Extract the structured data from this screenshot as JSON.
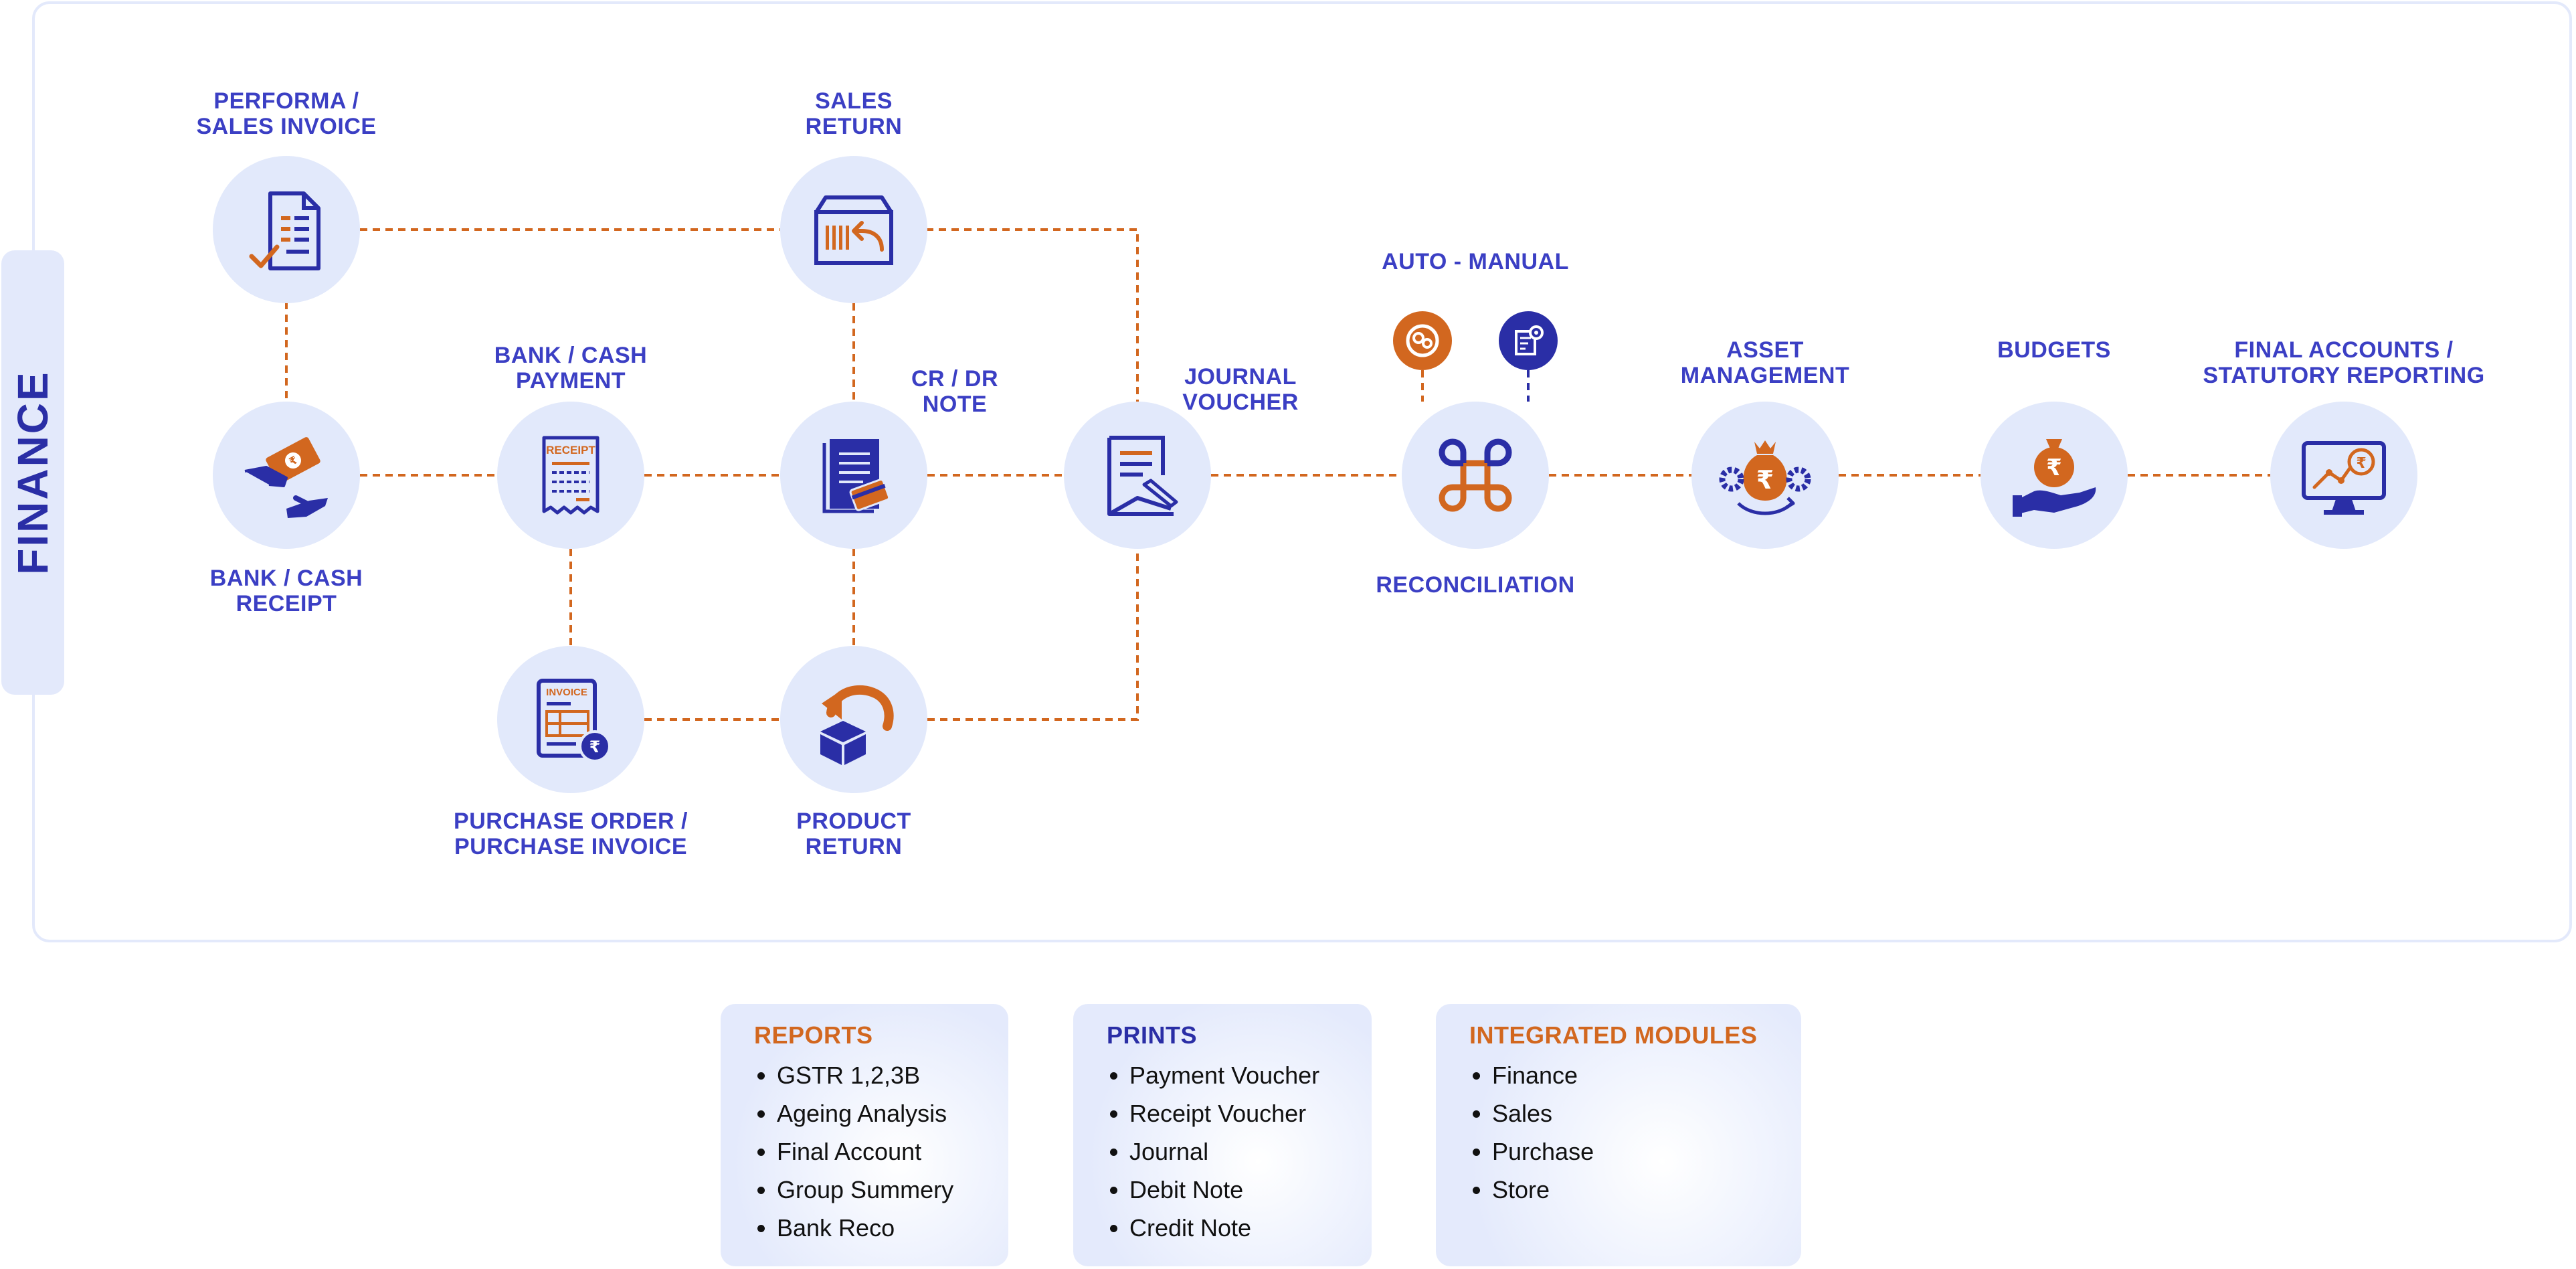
{
  "section_label": "FINANCE",
  "colors": {
    "accent_blue": "#2a2ea6",
    "accent_orange": "#d2671f",
    "node_fill": "#e2e9fb",
    "label": "#3b3fc4"
  },
  "nodes": [
    {
      "id": "invoice",
      "label_lines": [
        "PERFORMA /",
        "SALES INVOICE"
      ],
      "icon": "invoice-check-icon"
    },
    {
      "id": "sales-return",
      "label_lines": [
        "SALES",
        "RETURN"
      ],
      "icon": "return-box-icon"
    },
    {
      "id": "bank-receipt",
      "label_lines": [
        "BANK / CASH",
        "RECEIPT"
      ],
      "icon": "cash-hand-icon"
    },
    {
      "id": "bank-payment",
      "label_lines": [
        "BANK / CASH",
        "PAYMENT"
      ],
      "icon": "receipt-icon",
      "icon_text": "RECEIPT"
    },
    {
      "id": "crdr",
      "label_lines": [
        "CR / DR",
        "NOTE"
      ],
      "icon": "note-card-icon"
    },
    {
      "id": "journal",
      "label_lines": [
        "JOURNAL",
        "VOUCHER"
      ],
      "icon": "journal-pen-icon"
    },
    {
      "id": "purchase",
      "label_lines": [
        "PURCHASE ORDER /",
        "PURCHASE INVOICE"
      ],
      "icon": "invoice-rupee-icon",
      "icon_text": "INVOICE"
    },
    {
      "id": "product-return",
      "label_lines": [
        "PRODUCT",
        "RETURN"
      ],
      "icon": "box-return-arrow-icon"
    },
    {
      "id": "reconciliation",
      "label_lines": [
        "RECONCILIATION"
      ],
      "icon": "command-icon"
    },
    {
      "id": "asset",
      "label_lines": [
        "ASSET",
        "MANAGEMENT"
      ],
      "icon": "money-bag-gears-icon"
    },
    {
      "id": "budgets",
      "label_lines": [
        "BUDGETS"
      ],
      "icon": "hand-coin-icon"
    },
    {
      "id": "final",
      "label_lines": [
        "FINAL ACCOUNTS /",
        "STATUTORY REPORTING"
      ],
      "icon": "monitor-chart-icon"
    }
  ],
  "reconciliation_modes": {
    "label": "AUTO - MANUAL",
    "badges": [
      {
        "icon": "auto-gears-icon",
        "color": "#d2671f"
      },
      {
        "icon": "manual-settings-icon",
        "color": "#2a2ea6"
      }
    ]
  },
  "rupee_symbol": "₹",
  "cards": [
    {
      "id": "reports",
      "title": "REPORTS",
      "title_color": "#d2671f",
      "items": [
        "GSTR 1,2,3B",
        "Ageing Analysis",
        "Final Account",
        "Group Summery",
        "Bank Reco"
      ]
    },
    {
      "id": "prints",
      "title": "PRINTS",
      "title_color": "#2a2ea6",
      "items": [
        "Payment Voucher",
        "Receipt Voucher",
        "Journal",
        "Debit Note",
        "Credit Note"
      ]
    },
    {
      "id": "modules",
      "title": "INTEGRATED MODULES",
      "title_color": "#d2671f",
      "items": [
        "Finance",
        "Sales",
        "Purchase",
        "Store"
      ]
    }
  ]
}
